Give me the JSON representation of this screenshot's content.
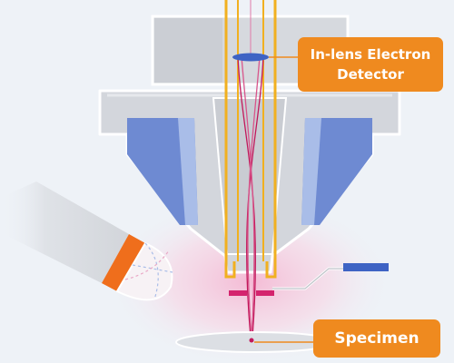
{
  "labels": {
    "detector_line1": "In-lens Electron",
    "detector_line2": "Detector",
    "specimen": "Specimen"
  },
  "colors": {
    "background": "#eef2f7",
    "housing_gray": "#d3d6dc",
    "housing_outline": "#ffffff",
    "pole_piece_blue": "#6e8ad2",
    "pole_piece_light": "#a9bde8",
    "liner_orange": "#f1b020",
    "callout_orange": "#ef8a1f",
    "beam_magenta": "#c2185b",
    "plasma_pink": "#f7cde0",
    "detector_blue": "#3e63c4"
  },
  "icons": {
    "in_lens_detector": "detector-disc-icon",
    "side_detector": "side-detector-icon"
  }
}
